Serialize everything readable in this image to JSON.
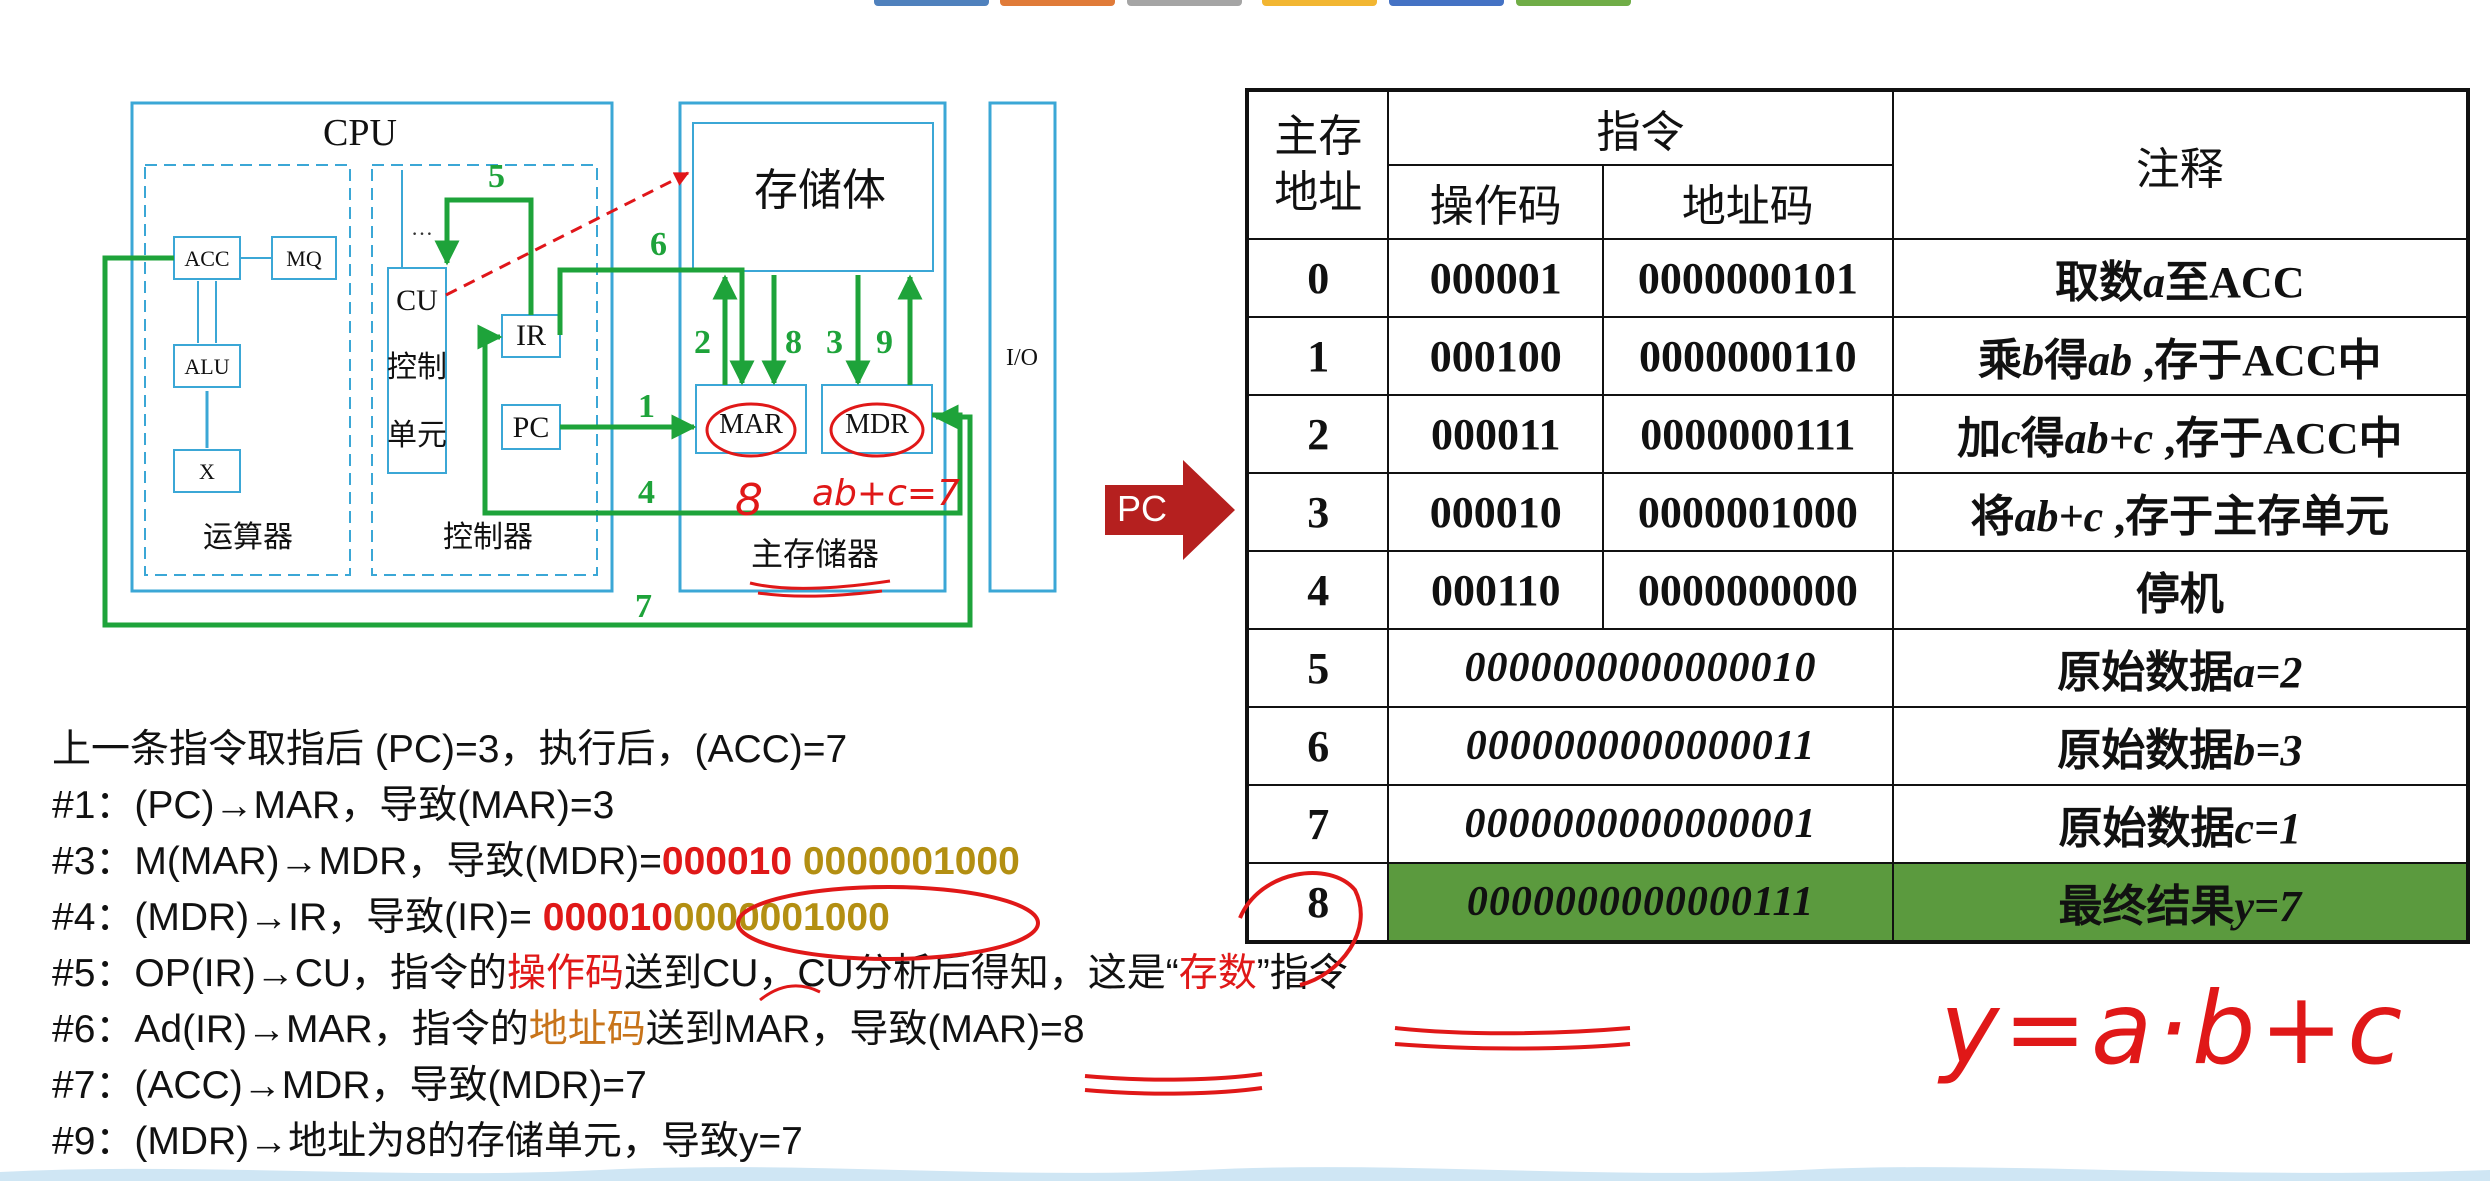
{
  "diagram": {
    "cpu": "CPU",
    "acc": "ACC",
    "mq": "MQ",
    "alu": "ALU",
    "x": "X",
    "cu": "CU",
    "cu_line2": "控制",
    "cu_line3": "单元",
    "ellipsis": "…",
    "ir": "IR",
    "pc": "PC",
    "arith_unit": "运算器",
    "controller": "控制器",
    "storage_body": "存储体",
    "mar": "MAR",
    "mdr": "MDR",
    "main_memory": "主存储器",
    "io": "I/O",
    "step_labels": [
      "1",
      "2",
      "3",
      "4",
      "5",
      "6",
      "7",
      "8",
      "9"
    ],
    "handwritten_8": "8",
    "handwritten_abc": "ab+c=7"
  },
  "pc_arrow": "PC",
  "table": {
    "header_addr_1": "主存",
    "header_addr_2": "地址",
    "header_instr": "指令",
    "header_opcode": "操作码",
    "header_addrcode": "地址码",
    "header_note": "注释",
    "rows": [
      {
        "addr": "0",
        "op": "000001",
        "ad": "0000000101",
        "note_a": "取数",
        "note_v": "a",
        "note_b": "至ACC"
      },
      {
        "addr": "1",
        "op": "000100",
        "ad": "0000000110",
        "note_a": "乘",
        "note_v": "b",
        "note_b": "得",
        "note_v2": "ab",
        "note_c": " ,存于ACC中"
      },
      {
        "addr": "2",
        "op": "000011",
        "ad": "0000000111",
        "note_a": "加",
        "note_v": "c",
        "note_b": "得",
        "note_v2": "ab+c",
        "note_c": " ,存于ACC中"
      },
      {
        "addr": "3",
        "op": "000010",
        "ad": "0000001000",
        "note_a": "将",
        "note_v": "ab+c",
        "note_b": " ,存于主存单元"
      },
      {
        "addr": "4",
        "op": "000110",
        "ad": "0000000000",
        "note_a": "停机"
      }
    ],
    "data_rows": [
      {
        "addr": "5",
        "bin": "0000000000000010",
        "note_a": "原始数据",
        "note_v": "a=2"
      },
      {
        "addr": "6",
        "bin": "0000000000000011",
        "note_a": "原始数据",
        "note_v": "b=3"
      },
      {
        "addr": "7",
        "bin": "0000000000000001",
        "note_a": "原始数据",
        "note_v": "c=1"
      },
      {
        "addr": "8",
        "bin": "0000000000000111",
        "note_a": "最终结果",
        "note_v": "y=7"
      }
    ]
  },
  "steps": {
    "l0": "上一条指令取指后 (PC)=3，执行后，(ACC)=7",
    "l1": "#1：(PC)→MAR，导致(MAR)=3",
    "l2_a": "#3：M(MAR)→MDR，导致(MDR)=",
    "l2_op": "000010",
    "l2_ad": " 0000001000",
    "l3_a": "#4：(MDR)→IR，导致(IR)= ",
    "l3_op": "000010",
    "l3_ad": "0000001000",
    "l4_a": "#5：OP(IR)→CU，指令的",
    "l4_op": "操作码",
    "l4_b": "送到CU，CU分析后得知，这是“",
    "l4_c": "存数",
    "l4_d": "”指令",
    "l5_a": "#6：Ad(IR)→MAR，指令的",
    "l5_ad": "地址码",
    "l5_b": "送到MAR，导致(MAR)=8",
    "l6": "#7：(ACC)→MDR，导致(MDR)=7",
    "l7": "#9：(MDR)→地址为8的存储单元，导致y=7"
  },
  "handwritten_formula": "y=a·b+c",
  "colors": {
    "diagram_blue": "#3ba7d6",
    "arrow_green": "#1ea33a",
    "arrow_red": "#e0161a",
    "opcode_red": "#d0101a",
    "addr_gold": "#b38f12",
    "result_green": "#5b9a3e",
    "pc_arrow": "#b5201f"
  }
}
